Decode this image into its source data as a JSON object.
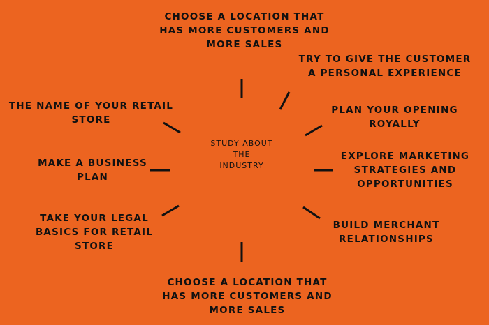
{
  "diagram": {
    "center": "STUDY ABOUT THE INDUSTRY",
    "items": [
      "CHOOSE A LOCATION THAT HAS MORE CUSTOMERS AND MORE SALES",
      "TRY TO GIVE THE CUSTOMER A PERSONAL EXPERIENCE",
      "PLAN YOUR OPENING ROYALLY",
      "EXPLORE MARKETING STRATEGIES AND OPPORTUNITIES",
      "BUILD MERCHANT RELATIONSHIPS",
      "CHOOSE A LOCATION THAT HAS MORE CUSTOMERS AND MORE SALES",
      "TAKE YOUR LEGAL BASICS FOR RETAIL STORE",
      "MAKE A BUSINESS PLAN",
      "THE NAME OF YOUR RETAIL STORE"
    ]
  },
  "colors": {
    "background": "#EC6420",
    "text": "#111111",
    "spoke": "#111111"
  }
}
